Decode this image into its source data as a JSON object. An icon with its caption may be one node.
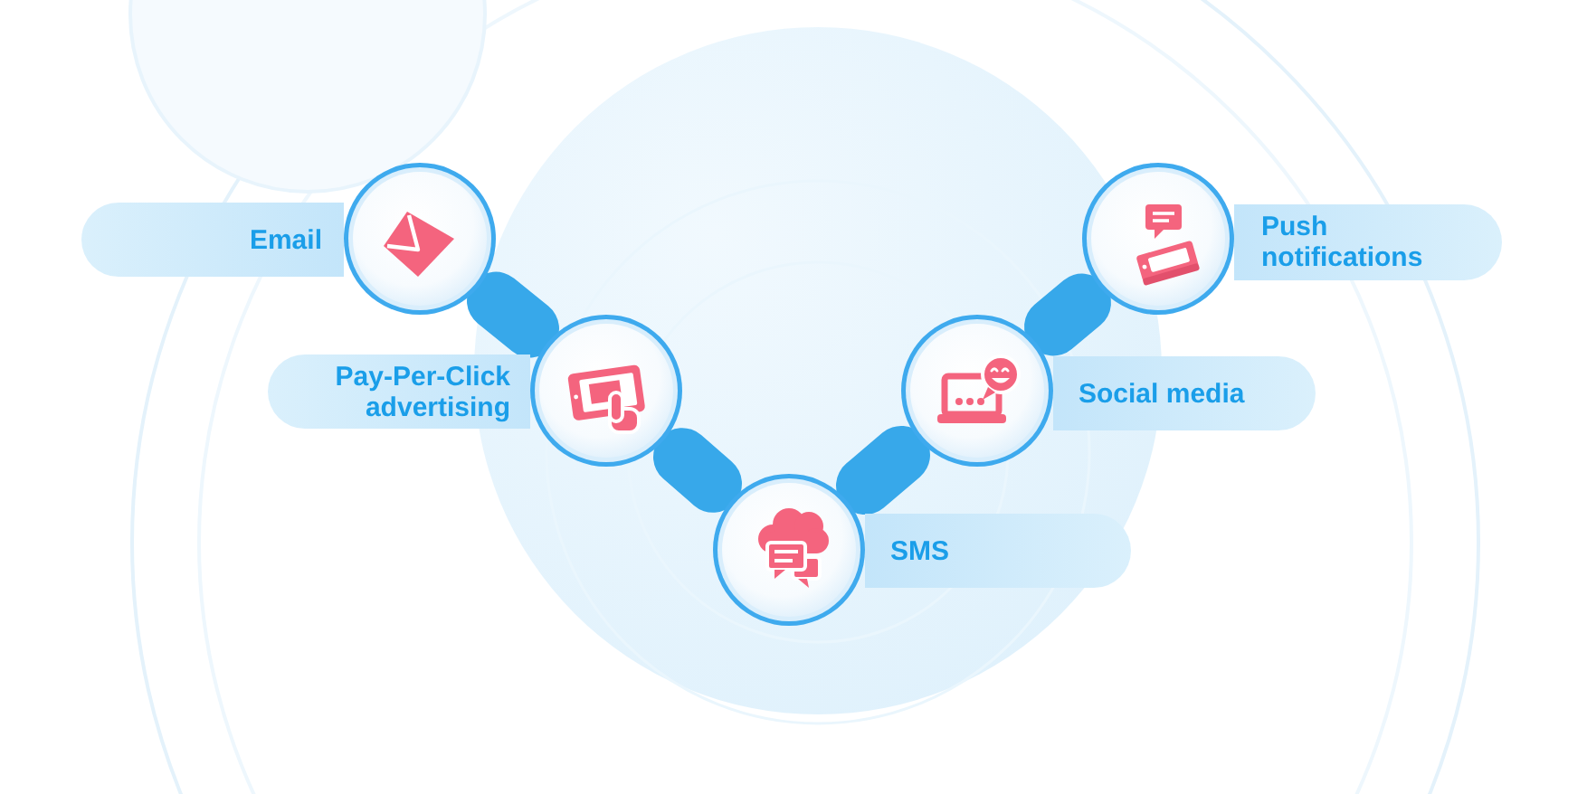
{
  "diagram": {
    "nodes": [
      {
        "text": [
          "Email"
        ]
      },
      {
        "text": [],
        "shape": "circle"
      },
      {
        "text": [
          "Pay-Per-Click advertising"
        ]
      },
      {
        "text": [],
        "shape": "circle"
      },
      {
        "text": [],
        "shape": "circle"
      },
      {
        "text": [
          "SMS"
        ]
      },
      {
        "text": [],
        "shape": "circle"
      },
      {
        "text": [
          "Social media"
        ]
      },
      {
        "text": [],
        "shape": "circle"
      },
      {
        "text": [
          "Push notifications"
        ]
      }
    ],
    "edges": [
      {
        "from": 1,
        "to": 3,
        "arrow": "none"
      },
      {
        "from": 3,
        "to": 4,
        "arrow": "none"
      },
      {
        "from": 4,
        "to": 6,
        "arrow": "none"
      },
      {
        "from": 6,
        "to": 8,
        "arrow": "none"
      }
    ]
  }
}
